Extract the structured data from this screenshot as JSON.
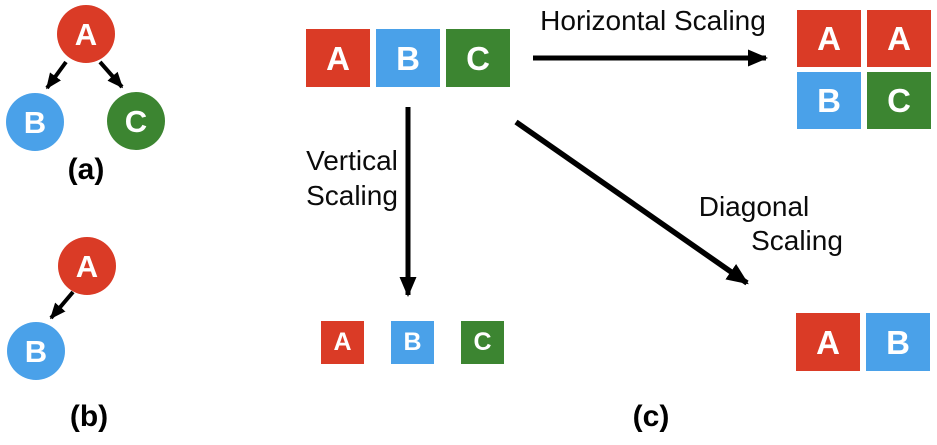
{
  "colors": {
    "red": "#da3b26",
    "blue": "#4aa1e9",
    "green": "#3c8531",
    "arrow": "#000000",
    "letter": "#ffffff",
    "background": "#ffffff"
  },
  "figure_a": {
    "caption": "(a)",
    "nodes": [
      {
        "id": "A",
        "label": "A",
        "color": "red"
      },
      {
        "id": "B",
        "label": "B",
        "color": "blue"
      },
      {
        "id": "C",
        "label": "C",
        "color": "green"
      }
    ],
    "edges": [
      {
        "from": "A",
        "to": "B"
      },
      {
        "from": "A",
        "to": "C"
      }
    ]
  },
  "figure_b": {
    "caption": "(b)",
    "nodes": [
      {
        "id": "A",
        "label": "A",
        "color": "red"
      },
      {
        "id": "B",
        "label": "B",
        "color": "blue"
      }
    ],
    "edges": [
      {
        "from": "A",
        "to": "B"
      }
    ]
  },
  "figure_c": {
    "caption": "(c)",
    "source_row": [
      {
        "label": "A",
        "color": "red"
      },
      {
        "label": "B",
        "color": "blue"
      },
      {
        "label": "C",
        "color": "green"
      }
    ],
    "horizontal": {
      "label": "Horizontal Scaling",
      "result_grid": [
        [
          {
            "label": "A",
            "color": "red"
          },
          {
            "label": "A",
            "color": "red"
          }
        ],
        [
          {
            "label": "B",
            "color": "blue"
          },
          {
            "label": "C",
            "color": "green"
          }
        ]
      ]
    },
    "vertical": {
      "label_lines": [
        "Vertical",
        "Scaling"
      ],
      "result_row": [
        {
          "label": "A",
          "color": "red"
        },
        {
          "label": "B",
          "color": "blue"
        },
        {
          "label": "C",
          "color": "green"
        }
      ]
    },
    "diagonal": {
      "label_lines": [
        "Diagonal",
        "Scaling"
      ],
      "result_row": [
        {
          "label": "A",
          "color": "red"
        },
        {
          "label": "B",
          "color": "blue"
        }
      ]
    }
  }
}
